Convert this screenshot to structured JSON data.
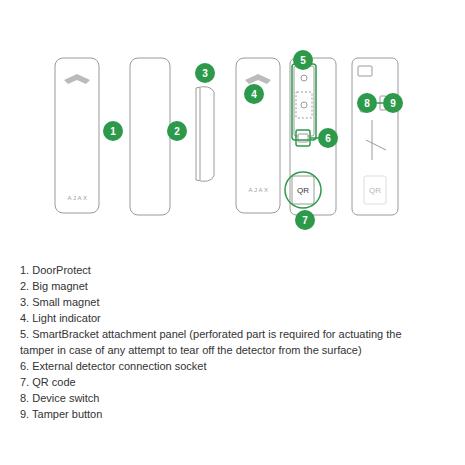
{
  "diagram": {
    "labels": [
      "1",
      "2",
      "3",
      "4",
      "5",
      "6",
      "7",
      "8",
      "9",
      "AJAX",
      "AJAX",
      "QR",
      "QR",
      "1. DoorProtect",
      "2. Big magnet",
      "3. Small magnet",
      "4. Light indicator",
      "5. SmartBracket attachment panel (perforated part is required for actuating the tamper in case of any attempt to tear off the detector from the surface)",
      "6. External detector connection socket",
      "7. QR code",
      "8. Device switch",
      "9. Tamper button"
    ]
  }
}
